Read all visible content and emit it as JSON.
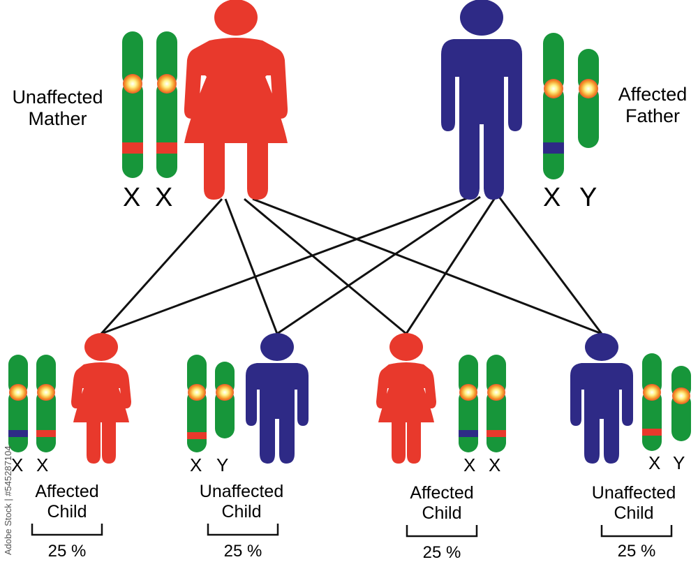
{
  "parents": {
    "mother": {
      "label_line1": "Unaffected",
      "label_line2": "Mather",
      "chromosomes": "X X",
      "c1": "X",
      "c2": "X"
    },
    "father": {
      "label_line1": "Affected",
      "label_line2": "Father",
      "chromosomes": "X Y",
      "c1": "X",
      "c2": "Y"
    }
  },
  "children": [
    {
      "line1": "Affected",
      "line2": "Child",
      "c1": "X",
      "c2": "X",
      "percent": "25 %"
    },
    {
      "line1": "Unaffected",
      "line2": "Child",
      "c1": "X",
      "c2": "Y",
      "percent": "25 %"
    },
    {
      "line1": "Affected",
      "line2": "Child",
      "c1": "X",
      "c2": "X",
      "percent": "25 %"
    },
    {
      "line1": "Unaffected",
      "line2": "Child",
      "c1": "X",
      "c2": "Y",
      "percent": "25 %"
    }
  ],
  "watermark": "Adobe Stock | #545287104",
  "colors": {
    "female": "#e8392c",
    "male": "#2e2a86",
    "chromosome": "#17963a",
    "mother_gene": "#e8392c",
    "father_gene": "#2e2a86",
    "centromere_outer": "#f0a23a",
    "centromere_inner": "#fff6a0",
    "lines": "#111111"
  }
}
